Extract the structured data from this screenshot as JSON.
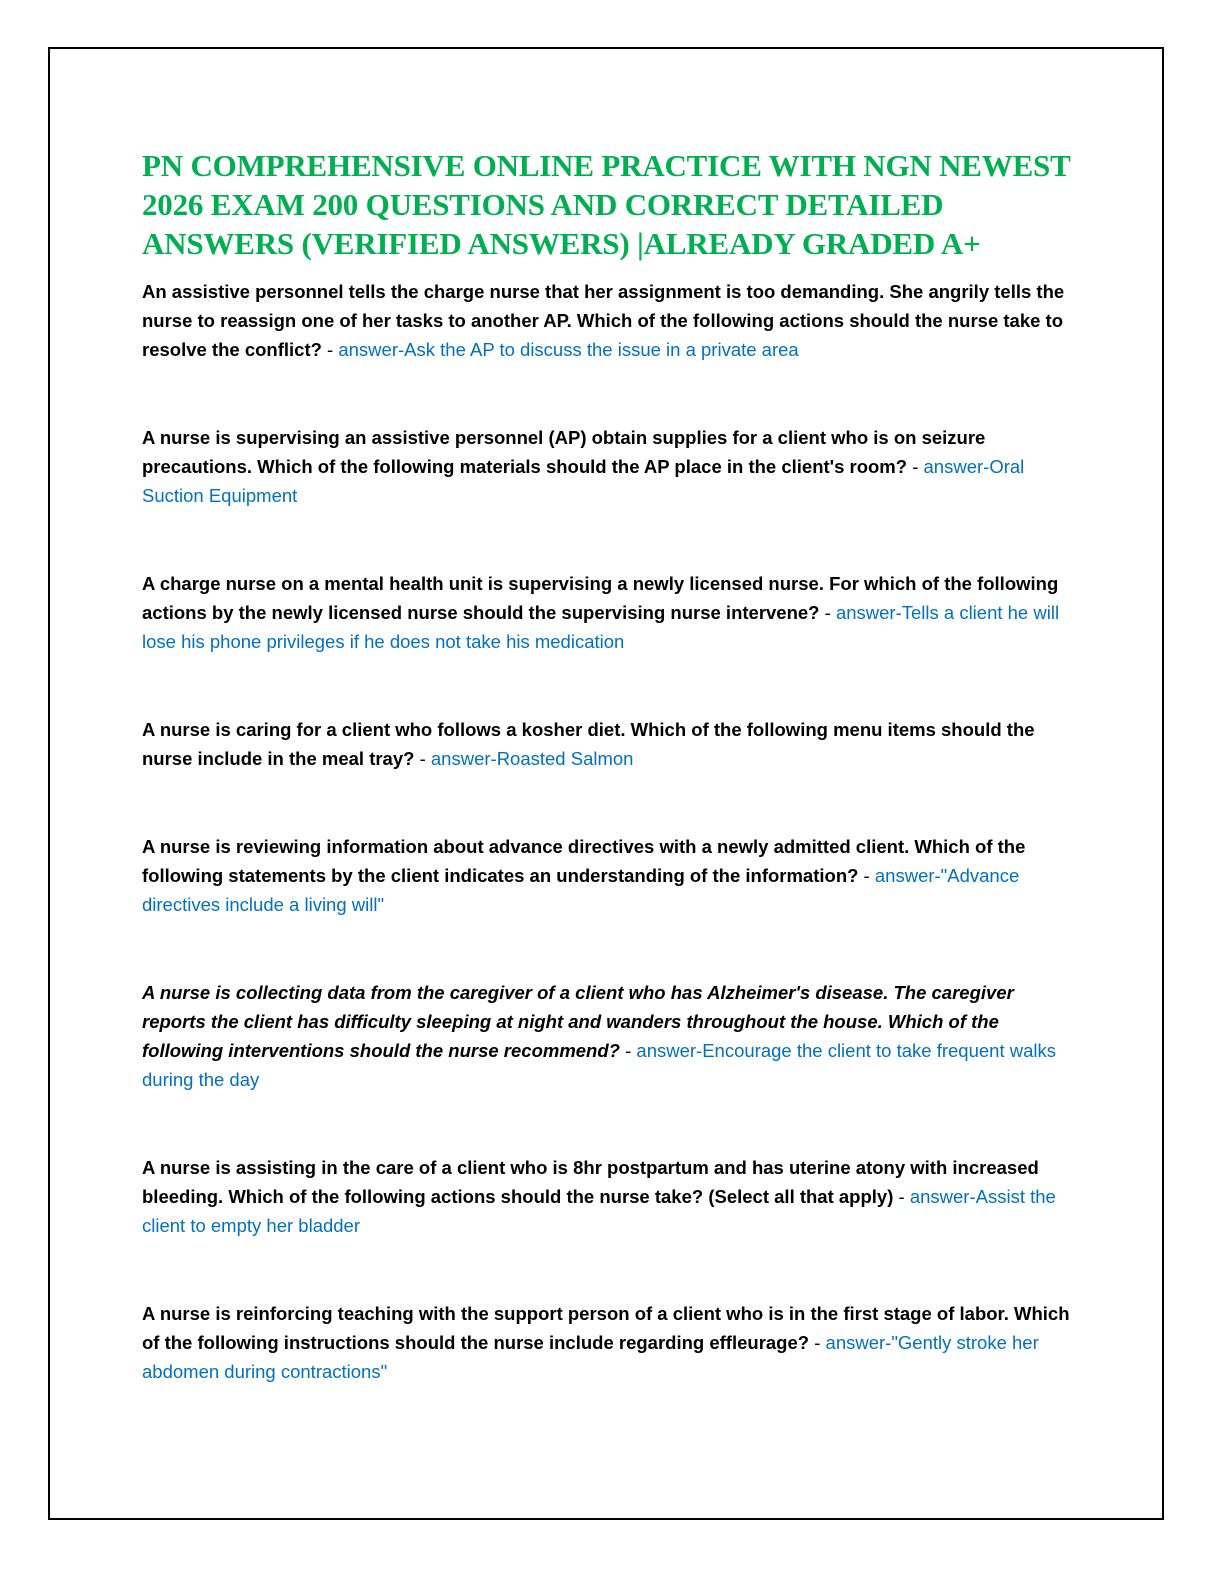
{
  "document": {
    "title": "PN COMPREHENSIVE ONLINE PRACTICE WITH NGN NEWEST 2026 EXAM 200 QUESTIONS AND CORRECT DETAILED ANSWERS (VERIFIED ANSWERS) |ALREADY GRADED A+",
    "separator": " - ",
    "items": [
      {
        "question": "An assistive personnel tells the charge nurse that her assignment is too demanding. She angrily tells the nurse to reassign one of her tasks to another AP. Which of the following actions should the nurse take to resolve the conflict?",
        "answer": "answer-Ask the AP to discuss the issue in a private area"
      },
      {
        "question": "A nurse is supervising an assistive personnel (AP) obtain supplies for a client who is on seizure precautions. Which of the following materials should the AP place in the client's room?",
        "answer": "answer-Oral Suction Equipment"
      },
      {
        "question": "A charge nurse on a mental health unit is supervising a newly licensed nurse. For which of the following actions by the newly licensed nurse should the supervising nurse intervene?",
        "answer": "answer-Tells a client he will lose his phone privileges if he does not take his medication"
      },
      {
        "question": "A nurse is caring for a client who follows a kosher diet. Which of the following menu items should the nurse include in the meal tray?",
        "answer": "answer-Roasted Salmon"
      },
      {
        "question": "A nurse is reviewing information about advance directives with a newly admitted client. Which of the following statements by the client indicates an understanding of the information?",
        "answer": "answer-\"Advance directives include a living will\""
      },
      {
        "question": "A nurse is collecting data from the caregiver of a client who has Alzheimer's disease. The caregiver reports the client has difficulty sleeping at night and wanders throughout the house. Which of the following interventions should the nurse recommend?",
        "answer": "answer-Encourage the client to take frequent walks during the day"
      },
      {
        "question": "A nurse is assisting in the care of a client who is 8hr postpartum and has uterine atony with increased bleeding. Which of the following actions should the nurse take? (Select all that apply)",
        "answer": "answer-Assist the client to empty her bladder"
      },
      {
        "question": "A nurse is reinforcing teaching with the support person of a client who is in the first stage of labor. Which of the following instructions should the nurse include regarding effleurage?",
        "answer": "answer-\"Gently stroke her abdomen during contractions\""
      }
    ]
  }
}
